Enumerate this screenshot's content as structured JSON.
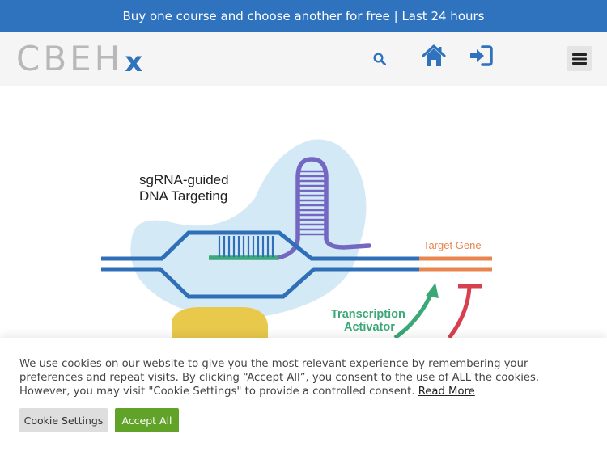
{
  "promo": {
    "text": "Buy one course and choose another for free | Last 24 hours"
  },
  "brand": {
    "logo_main": "CBEH",
    "logo_accent": "x"
  },
  "nav": {
    "icons": [
      "search-icon",
      "home-icon",
      "login-icon",
      "menu-icon"
    ]
  },
  "hero": {
    "title_line1": "sgRNA-guided",
    "title_line2": "DNA Targeting",
    "target_label": "Target Gene",
    "activator_line1": "Transcription",
    "activator_line2": "Activator"
  },
  "cookie": {
    "message": "We use cookies on our website to give you the most relevant experience by remembering your preferences and repeat visits. By clicking “Accept All”, you consent to the use of ALL the cookies. However, you may visit \"Cookie Settings\" to provide a controlled consent. ",
    "read_more": "Read More",
    "settings_label": "Cookie Settings",
    "accept_label": "Accept All"
  },
  "colors": {
    "brand_blue": "#2f72bd",
    "accept_green": "#61a229",
    "target_orange": "#e8844e",
    "activator_green": "#3aa877",
    "repress_red": "#d8404f"
  }
}
